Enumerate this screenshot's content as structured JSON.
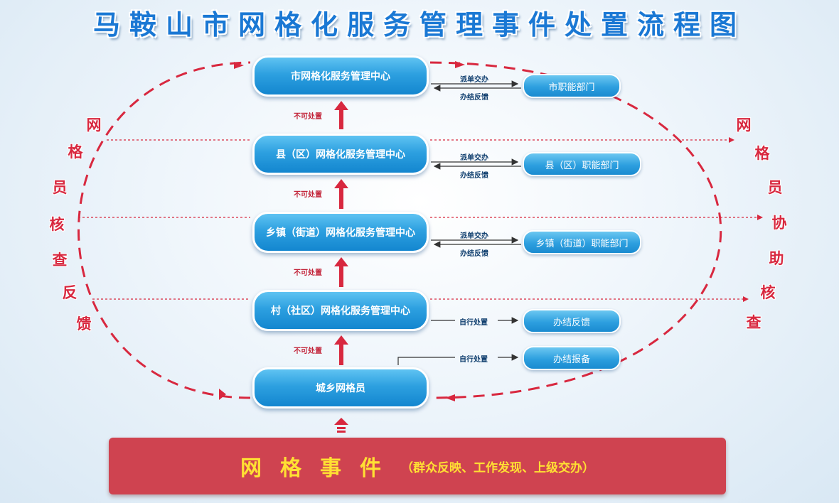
{
  "title": "马鞍山市网格化服务管理事件处置流程图",
  "levels": [
    {
      "label": "市网格化服务管理中心"
    },
    {
      "label": "县（区）网格化服务管理中心"
    },
    {
      "label": "乡镇（街道）网格化服务管理中心"
    },
    {
      "label": "村（社区）网格化服务管理中心"
    },
    {
      "label": "城乡网格员"
    }
  ],
  "escalation_label": "不可处置",
  "departments": [
    {
      "label": "市职能部门",
      "dispatch": "派单交办",
      "feedback": "办结反馈"
    },
    {
      "label": "县（区）职能部门",
      "dispatch": "派单交办",
      "feedback": "办结反馈"
    },
    {
      "label": "乡镇（街道）职能部门",
      "dispatch": "派单交办",
      "feedback": "办结反馈"
    }
  ],
  "self_handling": [
    {
      "action": "自行处置",
      "result": "办结反馈"
    },
    {
      "action": "自行处置",
      "result": "办结报备"
    }
  ],
  "left_side": [
    "网",
    "格",
    "员",
    "核",
    "查",
    "反",
    "馈"
  ],
  "right_side": [
    "网",
    "格",
    "员",
    "协",
    "助",
    "核",
    "查"
  ],
  "banner": {
    "main": "网格事件",
    "sub": "（群众反映、工作发现、上级交办）"
  },
  "colors": {
    "title": "#1a78d4",
    "node": "#2da0e0",
    "flow_red": "#d8283f",
    "banner_bg": "#cf4350",
    "banner_text": "#ffe033"
  }
}
